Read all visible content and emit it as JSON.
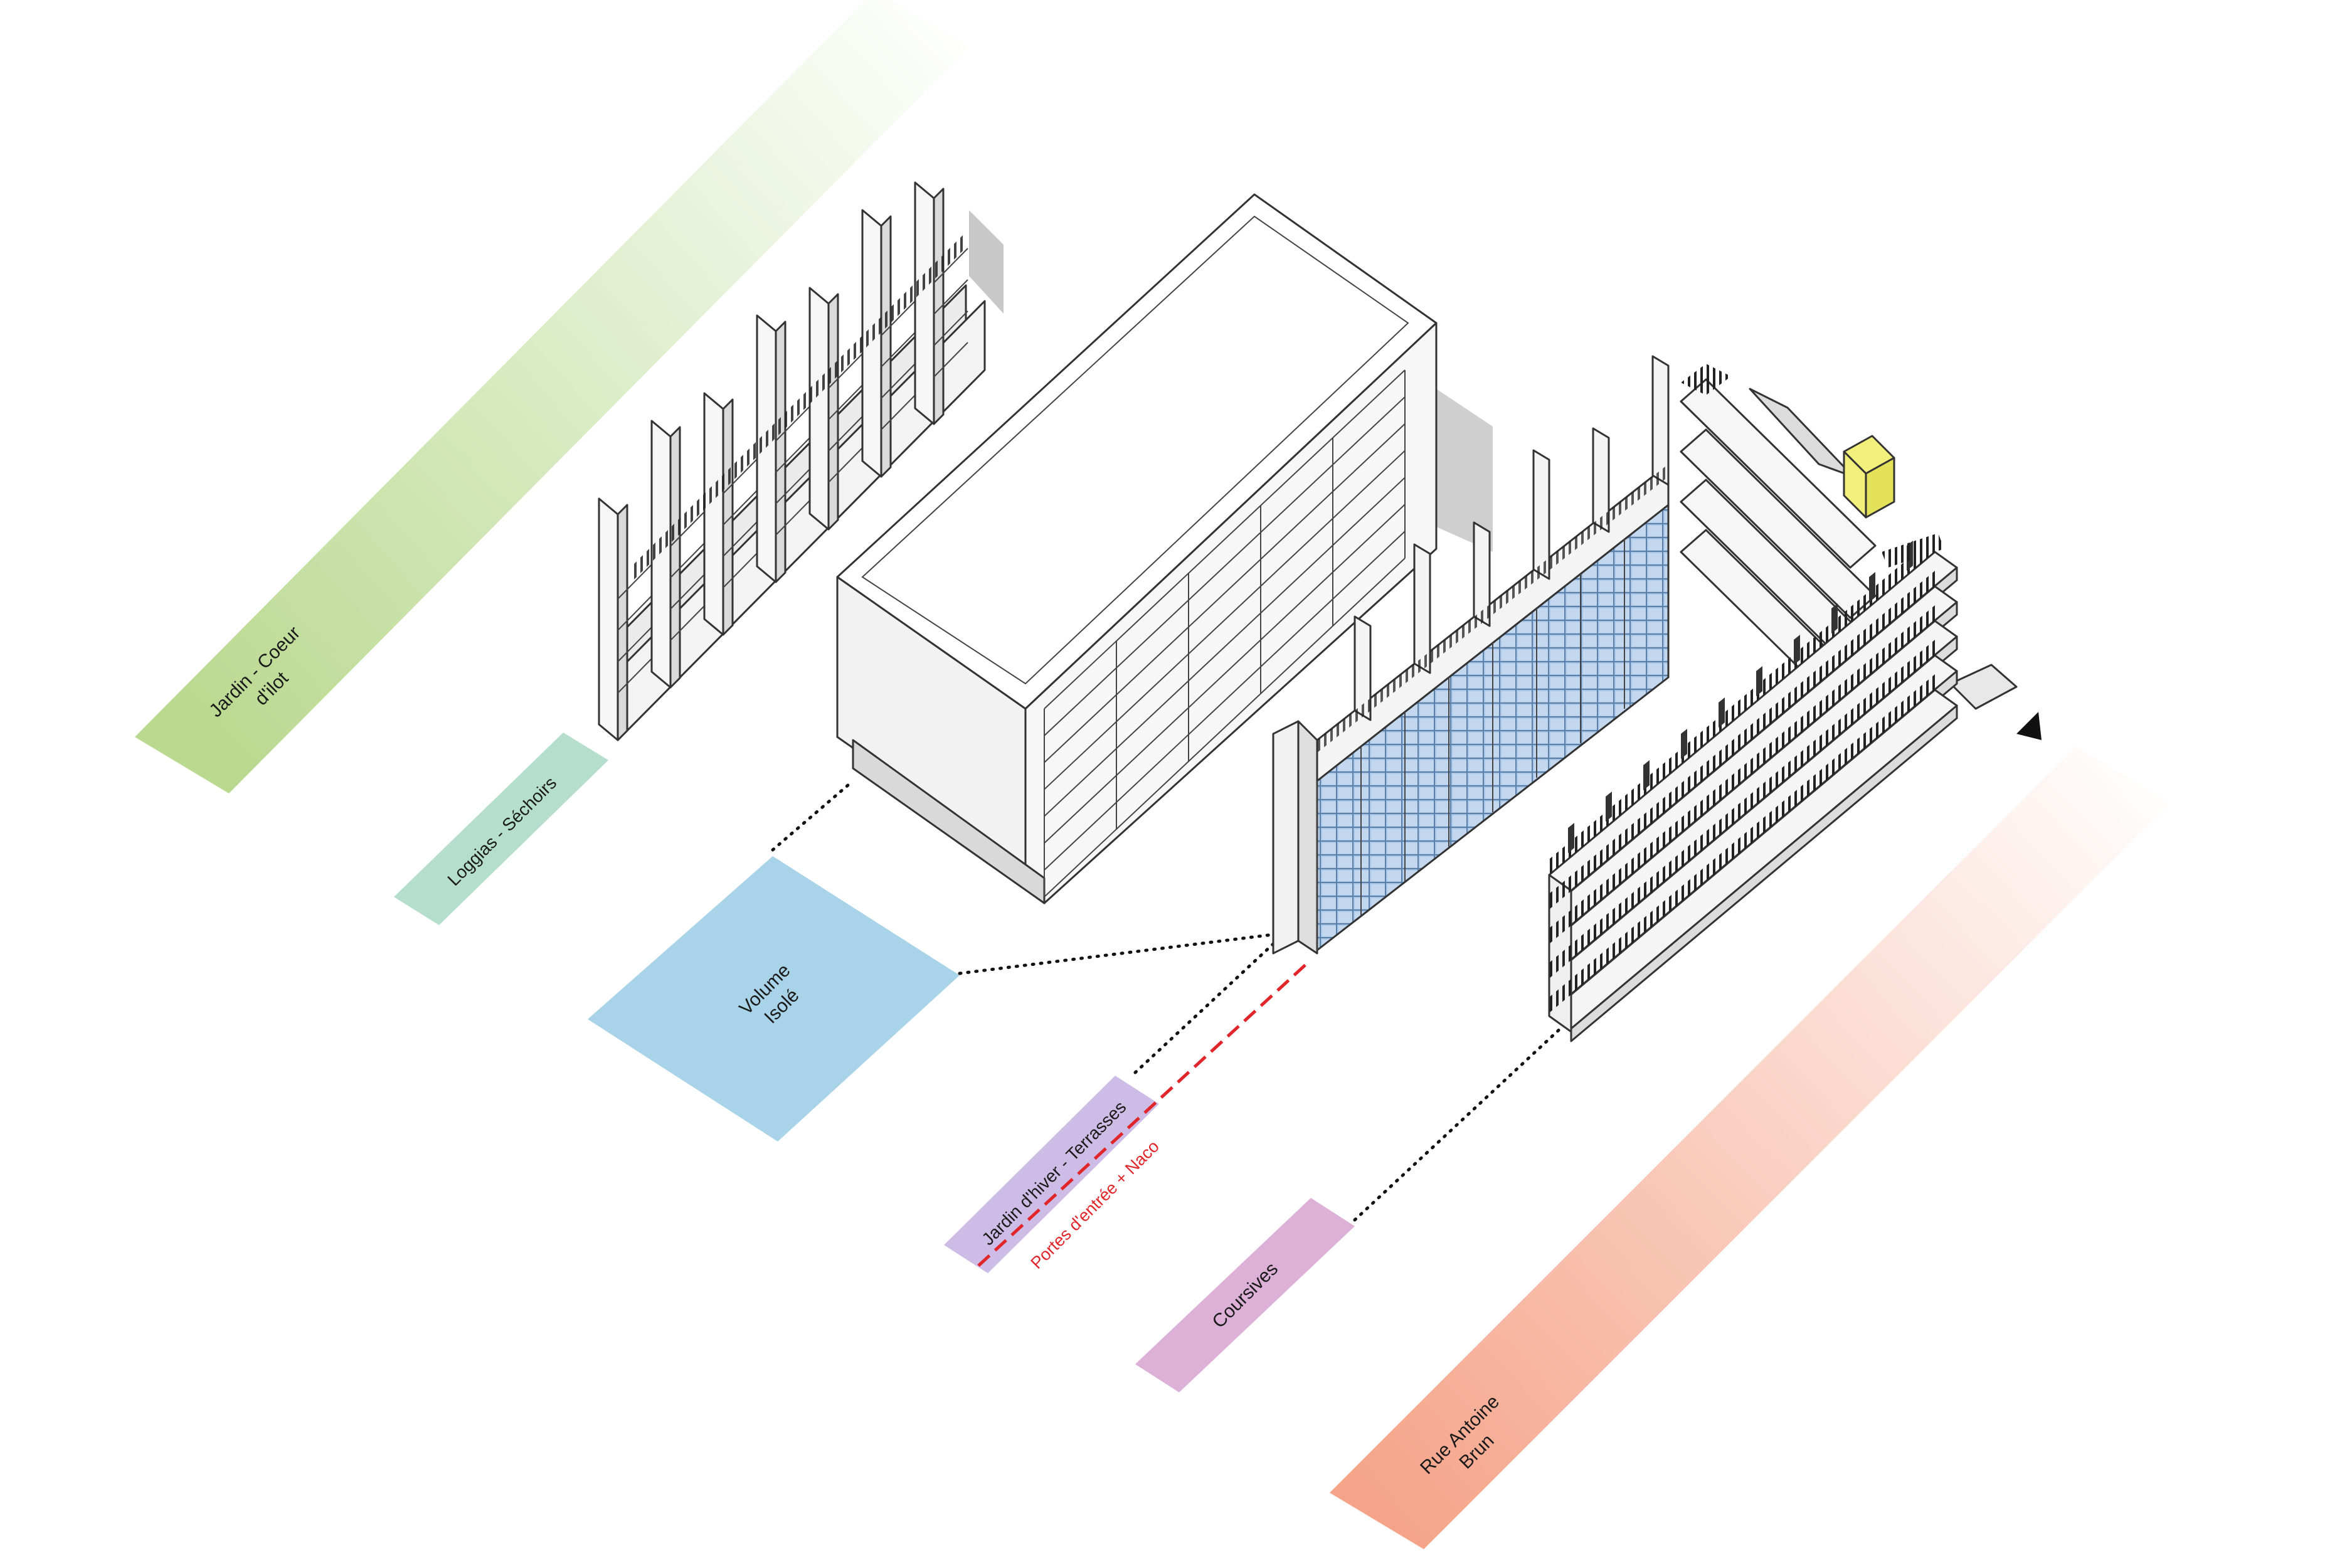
{
  "labels": {
    "jardin_coeur": [
      "Jardin - Coeur",
      "d'ilot"
    ],
    "loggias": "Loggias - Séchoirs",
    "volume": [
      "Volume",
      "Isolé"
    ],
    "jardin_hiver": "Jardin d'hiver - Terrasses",
    "portes": "Portes d'entrée + Naco",
    "coursives": "Coursives",
    "rue": [
      "Rue Antoine",
      "Brun"
    ]
  },
  "colors": {
    "jardin_coeur": "#b9d98f",
    "loggias": "#b5dfcc",
    "volume": "#a9d3e8",
    "jardin_hiver": "#cdbde6",
    "portes": "#e0262a",
    "coursives": "#ddb0d8",
    "rue": "#f5a489",
    "glazing": "#a9c6e6",
    "accent_yellow": "#f2ef7a"
  },
  "icons": {
    "north_marker": "black-triangle-icon"
  }
}
